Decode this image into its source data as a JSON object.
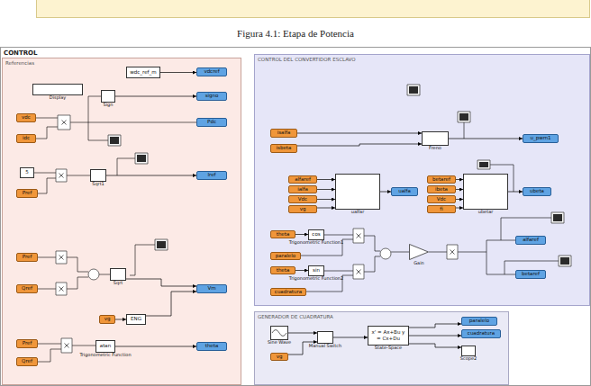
{
  "diagram": {
    "caption": "Figura 4.1: Etapa de Potencia",
    "nodes": [
      {
        "text": [
          "CONTROL"
        ]
      },
      {
        "text": [
          "Referencias"
        ],
        "in": 0
      },
      {
        "text": [
          "CONTROL DEL CONVERTIDOR ESCLAVO"
        ],
        "in": 0
      },
      {
        "text": [
          "GENERADOR DE CUADRATURA"
        ],
        "in": 0
      },
      {
        "text": [
          "wdc_ref_m"
        ],
        "in": 1
      },
      {
        "text": [
          "vdcref"
        ],
        "in": 1
      },
      {
        "text": [
          "Display"
        ],
        "in": 1
      },
      {
        "text": [
          "Sign"
        ],
        "in": 1
      },
      {
        "text": [
          "vdc"
        ],
        "in": 1
      },
      {
        "text": [
          "idc"
        ],
        "in": 1
      },
      {
        "text": [
          "signo"
        ],
        "in": 1
      },
      {
        "text": [
          "Pdc"
        ],
        "in": 1
      },
      {
        "text": [
          "5"
        ],
        "in": 1
      },
      {
        "text": [
          "Pref"
        ],
        "in": 1
      },
      {
        "text": [
          "Sqrt1"
        ],
        "in": 1
      },
      {
        "text": [
          "Iref"
        ],
        "in": 1
      },
      {
        "text": [
          "Pref"
        ],
        "in": 1
      },
      {
        "text": [
          "Qref"
        ],
        "in": 1
      },
      {
        "text": [
          "Sqrt"
        ],
        "in": 1
      },
      {
        "text": [
          "vg"
        ],
        "in": 1
      },
      {
        "text": [
          "ENG"
        ],
        "in": 1
      },
      {
        "text": [
          "Vm"
        ],
        "in": 1
      },
      {
        "text": [
          "Pref"
        ],
        "in": 1
      },
      {
        "text": [
          "Qref"
        ],
        "in": 1
      },
      {
        "text": [
          "atan",
          "Trigonometric Function"
        ],
        "in": 1
      },
      {
        "text": [
          "theta"
        ],
        "in": 1
      },
      {
        "text": [
          "isalfa"
        ],
        "in": 2
      },
      {
        "text": [
          "isbeta"
        ],
        "in": 2
      },
      {
        "text": [
          "Freno"
        ],
        "in": 2
      },
      {
        "text": [
          "u_pwm1"
        ],
        "in": 2
      },
      {
        "text": [
          "ualfar"
        ],
        "in": 2
      },
      {
        "text": [
          "alfaref"
        ],
        "in": 2
      },
      {
        "text": [
          "ialfa"
        ],
        "in": 2
      },
      {
        "text": [
          "Vdc"
        ],
        "in": 2
      },
      {
        "text": [
          "vg"
        ],
        "in": 2
      },
      {
        "text": [
          "ualfa"
        ],
        "in": 2
      },
      {
        "text": [
          "ubetar"
        ],
        "in": 2
      },
      {
        "text": [
          "betaref"
        ],
        "in": 2
      },
      {
        "text": [
          "ibeta"
        ],
        "in": 2
      },
      {
        "text": [
          "Vdc"
        ],
        "in": 2
      },
      {
        "text": [
          "fi"
        ],
        "in": 2
      },
      {
        "text": [
          "ubeta"
        ],
        "in": 2
      },
      {
        "text": [
          "theta"
        ],
        "in": 2
      },
      {
        "text": [
          "paralelo"
        ],
        "in": 2
      },
      {
        "text": [
          "cos",
          "Trigonometric Function1"
        ],
        "in": 2
      },
      {
        "text": [
          "theta"
        ],
        "in": 2
      },
      {
        "text": [
          "cuadratura"
        ],
        "in": 2
      },
      {
        "text": [
          "sin",
          "Trigonometric Function2"
        ],
        "in": 2
      },
      {
        "text": [
          "Gain"
        ],
        "in": 2
      },
      {
        "text": [
          "alfaref"
        ],
        "in": 2
      },
      {
        "text": [
          "betaref"
        ],
        "in": 2
      },
      {
        "text": [
          "Sine Wave"
        ],
        "in": 3
      },
      {
        "text": [
          "vg"
        ],
        "in": 3
      },
      {
        "text": [
          "Manual Switch"
        ],
        "in": 3
      },
      {
        "text": [
          "x' = Ax+Bu y = Cx+Du",
          "State-Space"
        ],
        "in": 3
      },
      {
        "text": [
          "paralelo"
        ],
        "in": 3
      },
      {
        "text": [
          "cuadratura"
        ],
        "in": 3
      },
      {
        "text": [
          "Scope2"
        ],
        "in": 3
      }
    ],
    "edges": [
      {
        "from": 4,
        "to": 5,
        "arrow": "to"
      },
      {
        "from": 7,
        "to": 10,
        "arrow": "to"
      },
      {
        "from": 14,
        "to": 15,
        "arrow": "to"
      },
      {
        "from": 18,
        "to": 21,
        "arrow": "to"
      },
      {
        "from": 20,
        "to": 21,
        "arrow": "to"
      },
      {
        "from": 19,
        "to": 20,
        "arrow": "to"
      },
      {
        "from": 24,
        "to": 25,
        "arrow": "to"
      },
      {
        "from": 26,
        "to": 28,
        "arrow": "to"
      },
      {
        "from": 27,
        "to": 28,
        "arrow": "to"
      },
      {
        "from": 28,
        "to": 29,
        "arrow": "to"
      },
      {
        "from": 31,
        "to": 30,
        "arrow": "to"
      },
      {
        "from": 32,
        "to": 30,
        "arrow": "to"
      },
      {
        "from": 33,
        "to": 30,
        "arrow": "to"
      },
      {
        "from": 34,
        "to": 30,
        "arrow": "to"
      },
      {
        "from": 30,
        "to": 35,
        "arrow": "to"
      },
      {
        "from": 37,
        "to": 36,
        "arrow": "to"
      },
      {
        "from": 38,
        "to": 36,
        "arrow": "to"
      },
      {
        "from": 39,
        "to": 36,
        "arrow": "to"
      },
      {
        "from": 40,
        "to": 36,
        "arrow": "to"
      },
      {
        "from": 36,
        "to": 41,
        "arrow": "to"
      },
      {
        "from": 42,
        "to": 44,
        "arrow": "to"
      },
      {
        "from": 45,
        "to": 47,
        "arrow": "to"
      },
      {
        "from": 51,
        "to": 53,
        "arrow": "to"
      },
      {
        "from": 52,
        "to": 53,
        "arrow": "to"
      },
      {
        "from": 53,
        "to": 54,
        "arrow": "to"
      },
      {
        "from": 54,
        "to": 55,
        "arrow": "to"
      },
      {
        "from": 54,
        "to": 56,
        "arrow": "to"
      },
      {
        "from": 54,
        "to": 57,
        "arrow": "to"
      }
    ]
  }
}
